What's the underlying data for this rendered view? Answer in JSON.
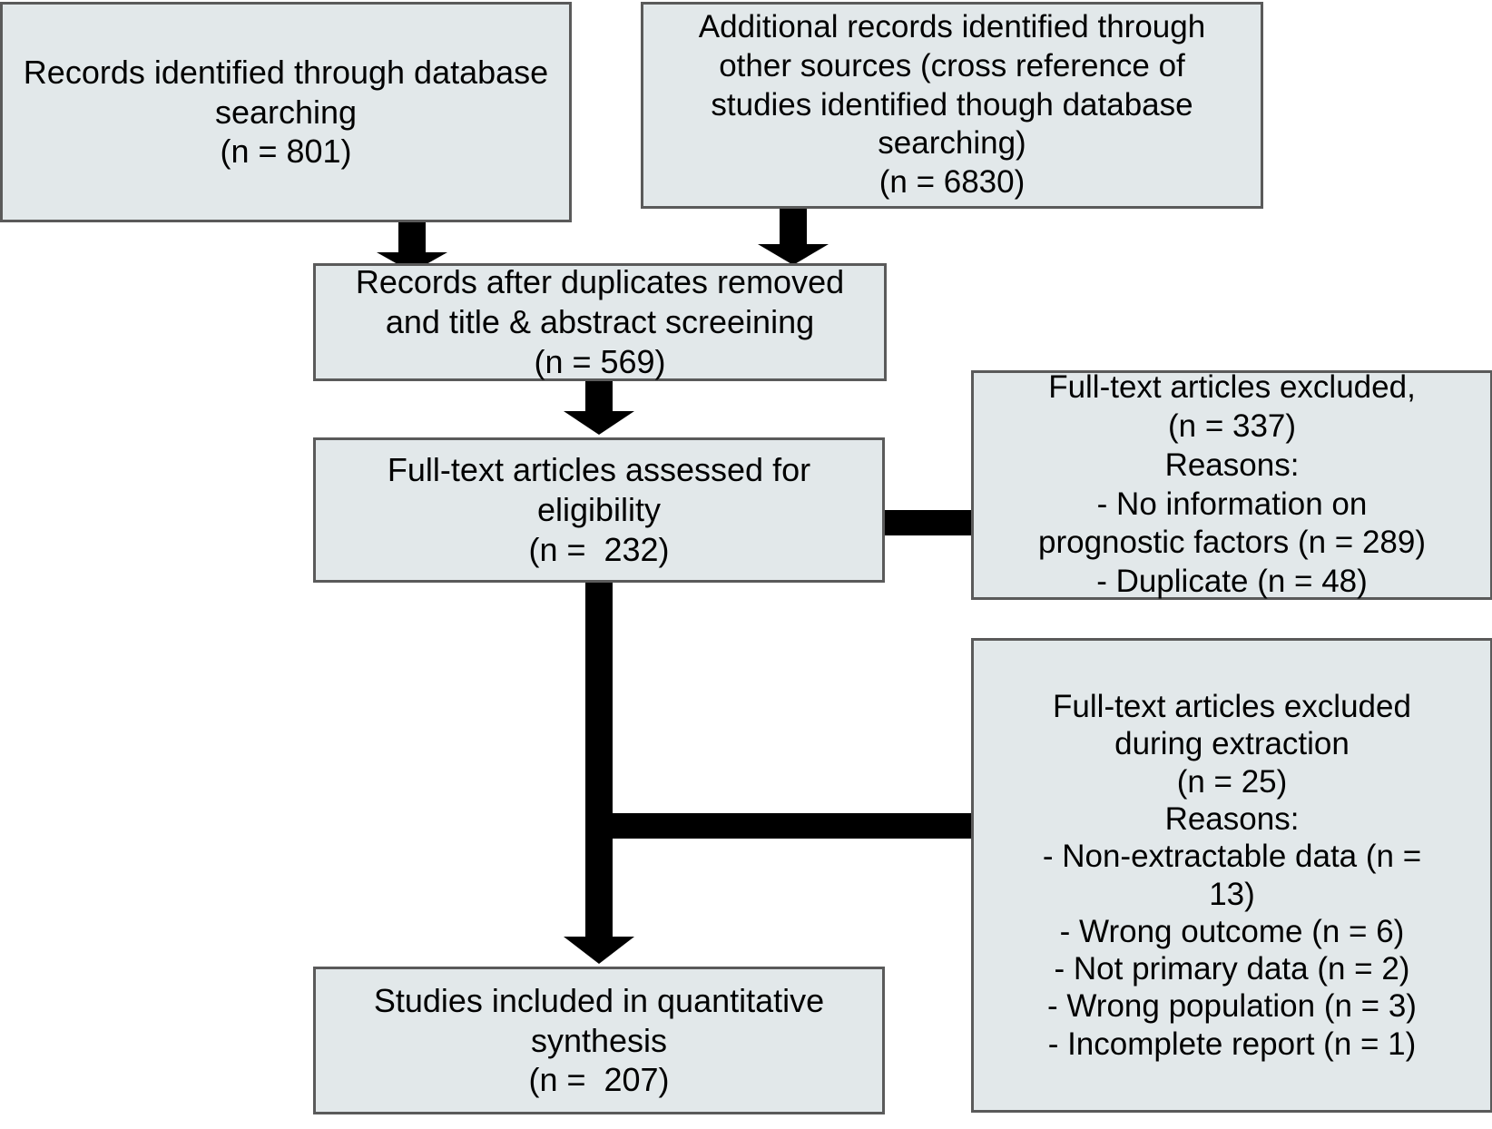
{
  "diagram": {
    "type": "prisma-flow-diagram",
    "colors": {
      "box_fill": "#e2e8ea",
      "box_border": "#5a5a5a",
      "arrow": "#000000",
      "text": "#000000",
      "background": "#ffffff"
    },
    "nodes": {
      "database_records": {
        "name": "records-identified-database",
        "lines": [
          "Records identified through database",
          "searching",
          "(n = 801)"
        ]
      },
      "other_records": {
        "name": "records-identified-other-sources",
        "lines": [
          "Additional records identified through",
          "other sources (cross reference of",
          "studies identified though database",
          "searching)",
          "(n = 6830)"
        ]
      },
      "after_duplicates": {
        "name": "records-after-duplicates-removed",
        "lines": [
          "Records after duplicates removed",
          "and title & abstract screeining",
          "(n = 569)"
        ]
      },
      "fulltext_assessed": {
        "name": "fulltext-articles-assessed",
        "lines": [
          "Full-text articles assessed for",
          "eligibility",
          "(n =  232)"
        ]
      },
      "studies_included": {
        "name": "studies-included-quantitative-synthesis",
        "lines": [
          "Studies included in quantitative",
          "synthesis",
          "(n =  207)"
        ]
      },
      "excluded_eligibility": {
        "name": "fulltext-articles-excluded",
        "lines": [
          "Full-text articles excluded,",
          "(n = 337)",
          "Reasons:",
          "- No information on",
          "prognostic factors (n = 289)",
          "- Duplicate (n = 48)"
        ]
      },
      "excluded_extraction": {
        "name": "fulltext-articles-excluded-during-extraction",
        "lines": [
          "Full-text articles excluded",
          "during extraction",
          "(n = 25)",
          "Reasons:",
          "- Non-extractable data (n =",
          "13)",
          "- Wrong outcome (n = 6)",
          "- Not primary data (n = 2)",
          "- Wrong population (n = 3)",
          "- Incomplete report (n = 1)"
        ]
      }
    },
    "connectors": [
      {
        "name": "arrow-database-to-duplicates",
        "from": "database_records",
        "to": "after_duplicates",
        "direction": "down"
      },
      {
        "name": "arrow-other-to-duplicates",
        "from": "other_records",
        "to": "after_duplicates",
        "direction": "down"
      },
      {
        "name": "arrow-duplicates-to-fulltext",
        "from": "after_duplicates",
        "to": "fulltext_assessed",
        "direction": "down"
      },
      {
        "name": "arrow-fulltext-to-excluded-eligibility",
        "from": "fulltext_assessed",
        "to": "excluded_eligibility",
        "direction": "right"
      },
      {
        "name": "arrow-fulltext-to-excluded-extraction",
        "from": "fulltext_assessed",
        "to": "excluded_extraction",
        "direction": "right"
      },
      {
        "name": "arrow-fulltext-to-included",
        "from": "fulltext_assessed",
        "to": "studies_included",
        "direction": "down"
      }
    ],
    "counts": {
      "database_searching": 801,
      "other_sources": 6830,
      "after_duplicates_and_screening": 569,
      "fulltext_assessed": 232,
      "fulltext_excluded": 337,
      "excluded_no_prognostic_info": 289,
      "excluded_duplicate": 48,
      "excluded_during_extraction": 25,
      "excluded_non_extractable": 13,
      "excluded_wrong_outcome": 6,
      "excluded_not_primary": 2,
      "excluded_wrong_population": 3,
      "excluded_incomplete_report": 1,
      "studies_included": 207
    }
  }
}
